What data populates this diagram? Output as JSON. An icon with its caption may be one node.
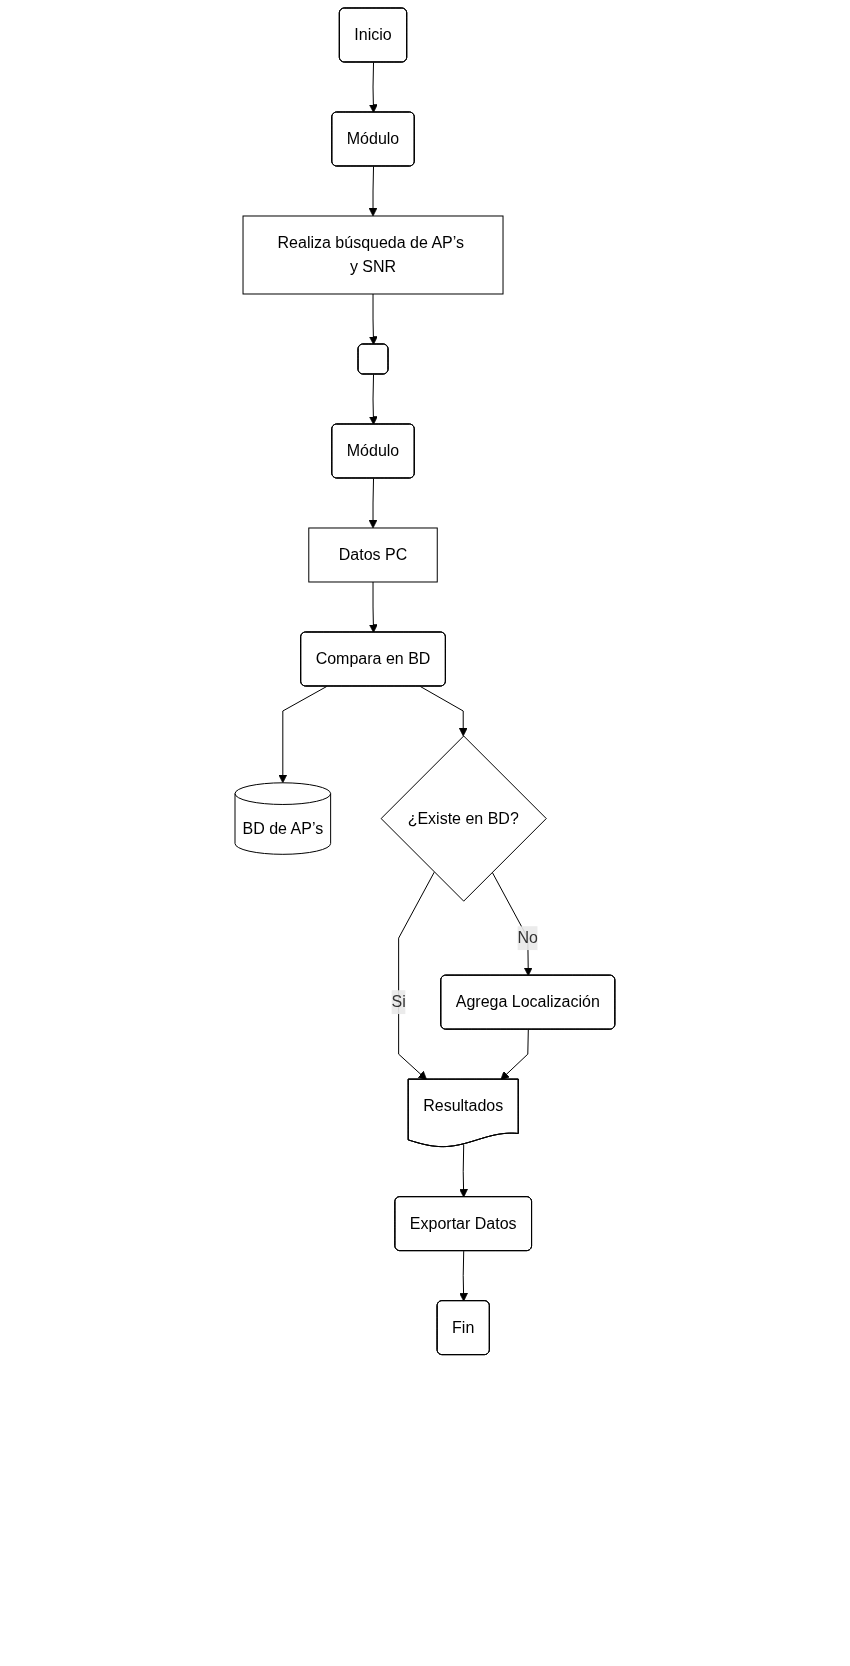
{
  "diagram": {
    "nodes": [
      {
        "text": [
          "Inicio"
        ]
      },
      {
        "text": [
          "Módulo"
        ]
      },
      {
        "text": [
          "Realiza búsqueda de AP’s y SNR"
        ]
      },
      {
        "text": [],
        "shape": "box"
      },
      {
        "text": [
          "Módulo"
        ]
      },
      {
        "text": [
          "Datos PC"
        ]
      },
      {
        "text": [
          "Compara en BD"
        ]
      },
      {
        "text": [
          "BD de AP’s"
        ]
      },
      {
        "text": [
          "¿Existe en BD?"
        ]
      },
      {
        "text": [
          "Agrega Localización"
        ]
      },
      {
        "text": [
          "Resultados"
        ]
      },
      {
        "text": [
          "Exportar Datos"
        ]
      },
      {
        "text": [
          "Fin"
        ]
      }
    ],
    "edges": [
      {
        "from": 0,
        "to": 1,
        "arrow": "to"
      },
      {
        "from": 1,
        "to": 2,
        "arrow": "to"
      },
      {
        "from": 2,
        "to": 3,
        "arrow": "to"
      },
      {
        "from": 3,
        "to": 4,
        "arrow": "to"
      },
      {
        "from": 4,
        "to": 5,
        "arrow": "to"
      },
      {
        "from": 5,
        "to": 6,
        "arrow": "to"
      },
      {
        "from": 6,
        "to": 7,
        "arrow": "to"
      },
      {
        "from": 6,
        "to": 8,
        "arrow": "to"
      },
      {
        "from": 8,
        "to": 9,
        "label": "No",
        "arrow": "to"
      },
      {
        "from": 8,
        "to": 10,
        "label": "Si",
        "arrow": "to"
      },
      {
        "from": 9,
        "to": 10,
        "arrow": "to"
      },
      {
        "from": 10,
        "to": 11,
        "arrow": "to"
      },
      {
        "from": 11,
        "to": 12,
        "arrow": "to"
      }
    ]
  }
}
